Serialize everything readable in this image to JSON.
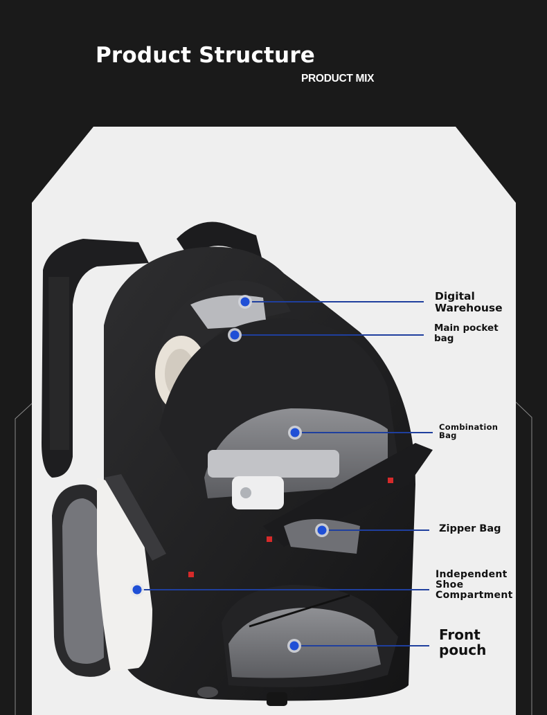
{
  "header": {
    "title": "Product Structure",
    "subtitle": "PRODUCT MIX"
  },
  "colors": {
    "background": "#1a1a1a",
    "panel": "#efefef",
    "accent_dot": "#1f4fd6",
    "leader_line": "#1f3f9e",
    "label_text": "#111111"
  },
  "callouts": [
    {
      "id": "digital-warehouse",
      "label_line1": "Digital",
      "label_line2": "Warehouse",
      "label_line3": ""
    },
    {
      "id": "main-pocket-bag",
      "label_line1": "Main pocket",
      "label_line2": "bag",
      "label_line3": ""
    },
    {
      "id": "combination-bag",
      "label_line1": "Combination",
      "label_line2": "Bag",
      "label_line3": ""
    },
    {
      "id": "zipper-bag",
      "label_line1": "Zipper Bag",
      "label_line2": "",
      "label_line3": ""
    },
    {
      "id": "independent-shoe-compartment",
      "label_line1": "Independent",
      "label_line2": "Shoe",
      "label_line3": "Compartment"
    },
    {
      "id": "front-pouch",
      "label_line1": "Front",
      "label_line2": "pouch",
      "label_line3": ""
    }
  ],
  "image": {
    "subject": "black-travel-backpack-open-compartments-icon"
  }
}
